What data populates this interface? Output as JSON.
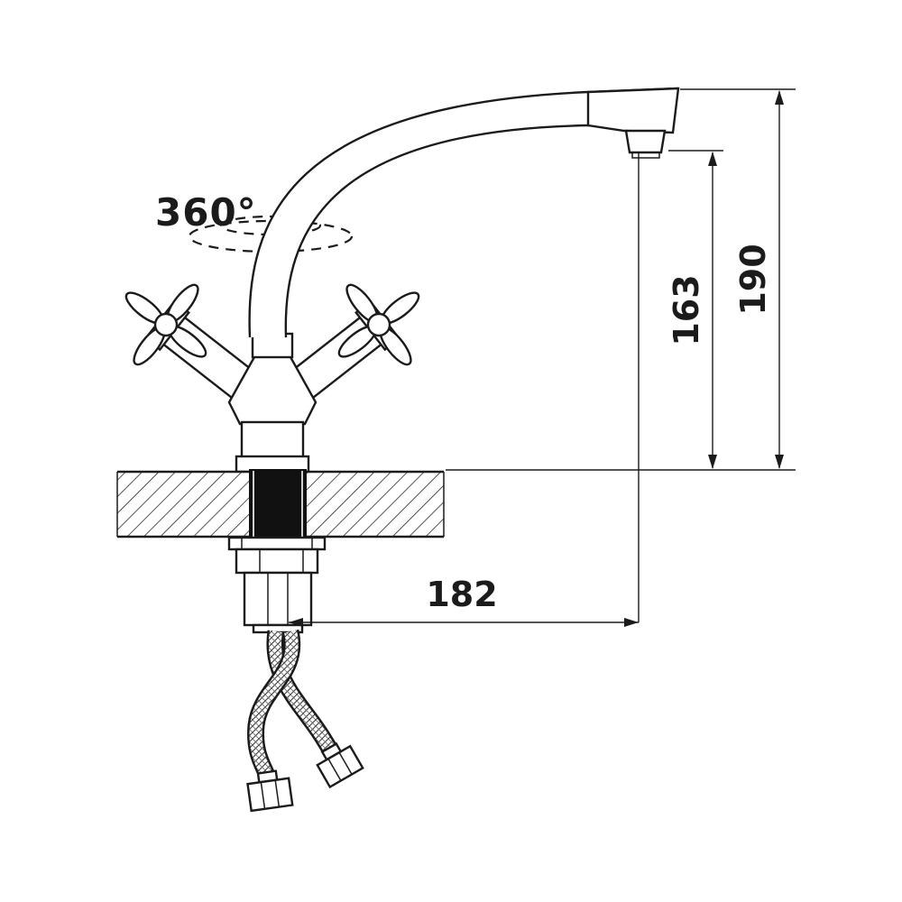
{
  "canvas": {
    "background": "#ffffff",
    "ink": "#1b1b1b",
    "description": "Technical line drawing of a two-handle kitchen mixer faucet mounted through a countertop, with flexible braided supply hoses below and dimension annotations."
  },
  "drawing": {
    "rotation_label": "360°",
    "dimensions": {
      "spout_height": "163",
      "overall_height": "190",
      "spout_reach": "182"
    }
  }
}
